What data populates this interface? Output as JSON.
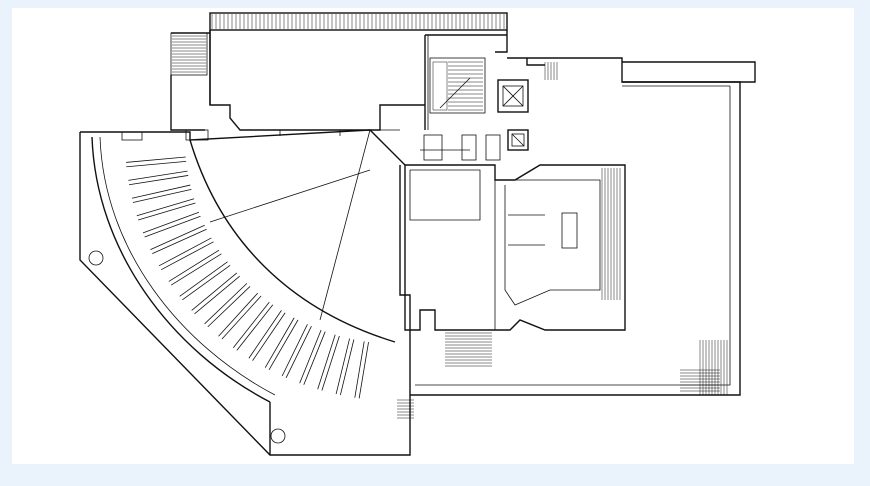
{
  "drawing": {
    "background_color": "#eaf3fb",
    "paper_color": "#ffffff",
    "line_color": "#111111",
    "components": [
      "auditorium-seating",
      "stage",
      "office-wing",
      "staircase-core",
      "elevator",
      "courtyard",
      "terrace"
    ]
  }
}
